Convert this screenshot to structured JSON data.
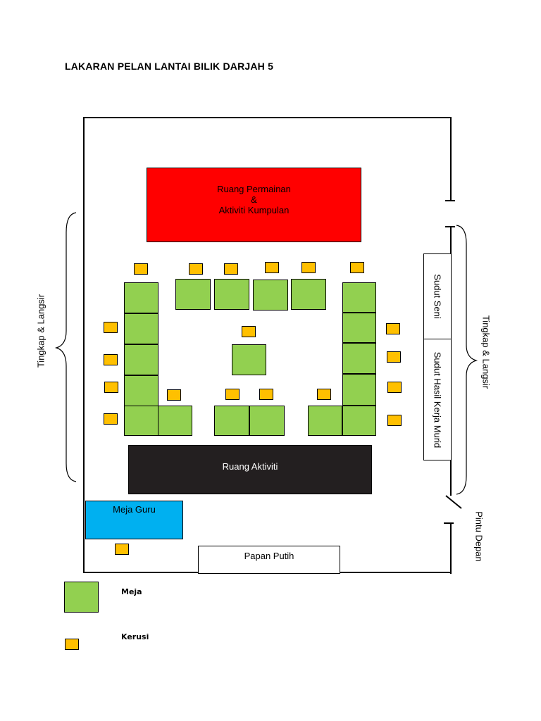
{
  "title": "LAKARAN PELAN LANTAI BILIK DARJAH 5",
  "zones": {
    "games": [
      "Ruang Permainan",
      "&",
      "Aktiviti Kumpulan"
    ],
    "activity": "Ruang Aktiviti",
    "teacher_desk": "Meja Guru",
    "whiteboard": "Papan Putih",
    "art_corner": "Sudut Seni",
    "work_corner": "Sudut Hasil Kerja Murid"
  },
  "labels": {
    "left_windows": "Tingkap & Langsir",
    "right_windows": "Tingkap & Langsir",
    "front_door": "Pintu Depan"
  },
  "legend": {
    "desk": "Meja",
    "chair": "Kerusi"
  },
  "colors": {
    "desk": "#92d050",
    "chair": "#ffc000",
    "games_zone": "#ff0000",
    "activity_zone": "#231f20",
    "teacher_desk": "#00b0f0"
  }
}
